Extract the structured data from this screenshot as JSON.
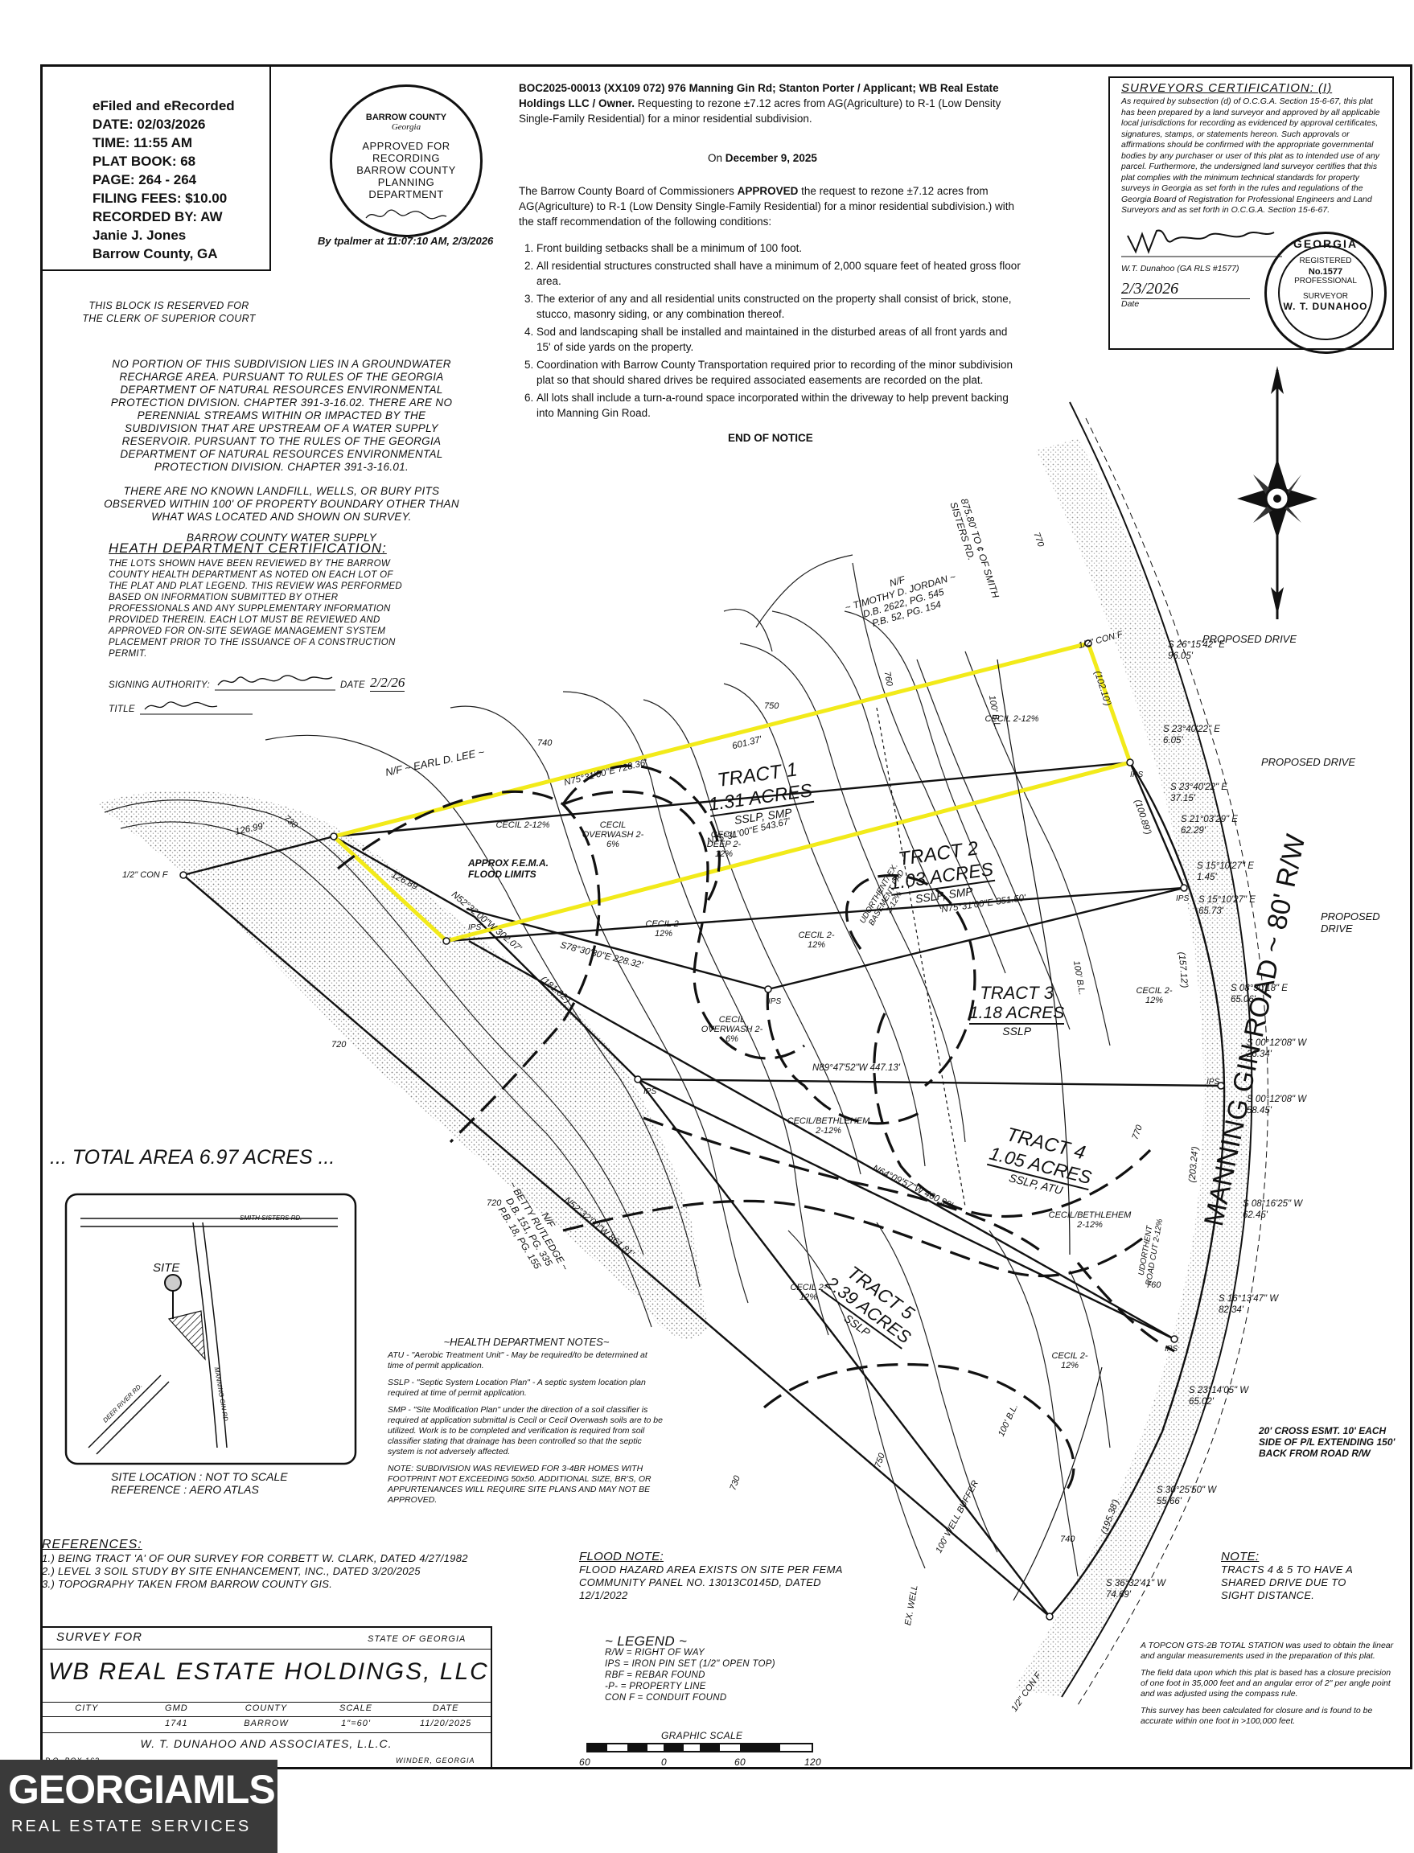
{
  "efile": {
    "lines": [
      "eFiled and eRecorded",
      "DATE:  02/03/2026",
      "TIME:  11:55 AM",
      "PLAT BOOK:  68",
      "PAGE:  264 - 264",
      "FILING FEES:  $10.00",
      "RECORDED BY:  AW",
      "Janie J. Jones",
      "Barrow County, GA"
    ]
  },
  "stamp": {
    "county": "BARROW COUNTY",
    "state": "Georgia",
    "line1": "APPROVED FOR RECORDING",
    "line2": "BARROW COUNTY PLANNING",
    "line3": "DEPARTMENT",
    "by": "By tpalmer at 11:07:10 AM, 2/3/2026"
  },
  "clerk": {
    "line1": "THIS BLOCK IS RESERVED FOR",
    "line2": "THE CLERK OF SUPERIOR COURT"
  },
  "groundwater": {
    "para1": "NO PORTION OF THIS SUBDIVISION LIES IN A GROUNDWATER RECHARGE AREA. PURSUANT TO RULES OF THE GEORGIA DEPARTMENT OF NATURAL RESOURCES ENVIRONMENTAL PROTECTION DIVISION. CHAPTER 391-3-16.02. THERE ARE NO PERENNIAL STREAMS WITHIN OR IMPACTED BY THE SUBDIVISION THAT ARE UPSTREAM OF A WATER SUPPLY RESERVOIR. PURSUANT TO THE RULES OF THE GEORGIA DEPARTMENT OF NATURAL RESOURCES ENVIRONMENTAL PROTECTION DIVISION. CHAPTER 391-3-16.01.",
    "para2": "THERE ARE NO KNOWN LANDFILL, WELLS, OR BURY PITS OBSERVED WITHIN 100' OF PROPERTY BOUNDARY OTHER THAN WHAT WAS LOCATED AND SHOWN ON SURVEY.",
    "para3": "BARROW COUNTY WATER SUPPLY"
  },
  "health_cert": {
    "title": "HEATH DEPARTMENT CERTIFICATION:",
    "body": "THE LOTS SHOWN HAVE BEEN REVIEWED BY THE BARROW COUNTY HEALTH DEPARTMENT AS NOTED ON EACH LOT OF THE PLAT AND PLAT LEGEND. THIS REVIEW WAS PERFORMED BASED ON INFORMATION SUBMITTED BY OTHER PROFESSIONALS AND ANY SUPPLEMENTARY INFORMATION PROVIDED THEREIN. EACH LOT MUST BE REVIEWED AND APPROVED FOR ON-SITE SEWAGE MANAGEMENT SYSTEM PLACEMENT PRIOR TO THE ISSUANCE OF A CONSTRUCTION PERMIT.",
    "signing_label": "SIGNING AUTHORITY:",
    "date_label": "DATE",
    "date_value": "2/2/26",
    "title_label": "TITLE"
  },
  "notice": {
    "header": "BOC2025-00013 (XX109 072) 976 Manning Gin Rd; Stanton Porter / Applicant; WB Real Estate Holdings LLC / Owner.",
    "header_rest": " Requesting to rezone ±7.12 acres from AG(Agriculture) to R-1 (Low Density Single-Family Residential) for a minor residential subdivision.",
    "date_prefix": "On ",
    "date": "December 9, 2025",
    "body_pre": "The Barrow County Board of Commissioners ",
    "body_bold": "APPROVED",
    "body_post": " the request to rezone ±7.12 acres from AG(Agriculture) to R-1 (Low Density Single-Family Residential) for a minor residential subdivision.) with the staff recommendation of the following conditions:",
    "conditions": [
      "Front building setbacks shall be a minimum of 100 foot.",
      "All residential structures constructed shall have a minimum of 2,000 square feet of heated gross floor area.",
      "The exterior of any and all residential units constructed on the property shall consist of brick, stone, stucco, masonry siding, or any combination thereof.",
      "Sod and landscaping shall be installed and maintained in the disturbed areas of all front yards and 15' of side yards on the property.",
      "Coordination with Barrow County Transportation required prior to recording of the minor subdivision plat so that should shared drives be required associated easements are recorded on the plat.",
      "All lots shall include a turn-a-round space incorporated within the driveway to help prevent backing into Manning Gin Road."
    ],
    "end": "END OF NOTICE"
  },
  "surveyor_cert": {
    "title": "SURVEYORS CERTIFICATION: (i)",
    "body": "As required by subsection (d) of O.C.G.A. Section 15-6-67, this plat has been prepared by a land surveyor and approved by all applicable local jurisdictions for recording as evidenced by approval certificates, signatures, stamps, or statements hereon. Such approvals or affirmations should be confirmed with the appropriate governmental bodies by any purchaser or user of this plat as to intended use of any parcel. Furthermore, the undersigned land surveyor certifies that this plat complies with the minimum technical standards for property surveys in Georgia as set forth in the rules and regulations of the Georgia Board of Registration for Professional Engineers and Land Surveyors and as set forth in O.C.G.A. Section 15-6-67.",
    "name": "W.T. Dunahoo (GA RLS #1577)",
    "date_value": "2/3/2026",
    "date_label": "Date",
    "seal_top": "GEORGIA",
    "seal_registered": "REGISTERED",
    "seal_no": "No.1577",
    "seal_prof": "PROFESSIONAL",
    "seal_surveyor": "SURVEYOR",
    "seal_name": "W. T. DUNAHOO"
  },
  "map": {
    "tracts": [
      {
        "name": "TRACT 1",
        "acres": "1.31 ACRES",
        "code": "SSLP, SMP"
      },
      {
        "name": "TRACT 2",
        "acres": "1.03 ACRES",
        "code": "SSLP, SMP"
      },
      {
        "name": "TRACT 3",
        "acres": "1.18 ACRES",
        "code": "SSLP"
      },
      {
        "name": "TRACT 4",
        "acres": "1.05 ACRES",
        "code": "SSLP, ATU"
      },
      {
        "name": "TRACT 5",
        "acres": "2.39 ACRES",
        "code": "SSLP"
      }
    ],
    "total_area": "... TOTAL AREA 6.97 ACRES ...",
    "road": "MANNING GIN ROAD ~ 80' R/W",
    "smith_sisters": "875.80' TO ¢ OF SMITH SISTERS RD.",
    "proposed_drive": "PROPOSED DRIVE",
    "proposed_drive_split": [
      "PROPOSED",
      "DRIVE"
    ],
    "earl_lee": "N/F ~ EARL D. LEE ~",
    "jordan_1": "N/F",
    "jordan_2": "~ TIMOTHY D. JORDAN ~",
    "jordan_3": "D.B. 2622, PG. 545",
    "jordan_4": "P.B. 52, PG. 154",
    "rutledge_1": "N/F",
    "rutledge_2": "~ BETTY RUTLEDGE ~",
    "rutledge_3": "D.B. 151, PG. 335",
    "rutledge_4": "P.B. 18, PG. 155",
    "flood_limits_1": "APPROX F.E.M.A.",
    "flood_limits_2": "FLOOD LIMITS",
    "con_f": "1/2\" CON F",
    "ips": "IPS",
    "bl": "100' B.L.",
    "well_buffer": "100' WELL BUFFER",
    "ex_well": "EX. WELL",
    "cross_esmt": "20' CROSS ESMT. 10' EACH SIDE OF P/L EXTENDING 150' BACK FROM ROAD R/W",
    "bearings_right": [
      "S 26°15'42\" E",
      "96.05'",
      "S 23°40'22\" E",
      "6.05'",
      "S 23°40'22\" E",
      "37.15'",
      "S 21°03'29\" E",
      "62.29'",
      "S 15°10'27\" E",
      "1.45'",
      "S 15°10'27\" E",
      "65.73'",
      "S 08°30'18\" E",
      "65.06'",
      "S 00°12'08\" W",
      "26.34'",
      "S 00°12'08\" W",
      "58.45'",
      "S 08°16'25\" W",
      "62.45'",
      "S 16°13'47\" W",
      "82.34'",
      "S 23°14'05\" W",
      "65.02'",
      "S 30°25'50\" W",
      "55.66'",
      "S 36°32'41\" W",
      "74.69'"
    ],
    "lines": [
      "N75°31'00\"E  728.36'",
      "601.37'",
      "N75°31'00\"E  543.67'",
      "N75°31'00\"E  351.50'",
      "S78°30'30\"E  228.32'",
      "N89°47'52\"W  447.13'",
      "N64°09'57\"W  460.99'",
      "N52°32'00\"W  302.07'",
      "(181.02')",
      "N52°32'00\"W  861.81'",
      "126.99'",
      "126.89'",
      "(102.10')",
      "(100.89')",
      "(157.12')",
      "(203.24')",
      "(195.38')"
    ],
    "soils": [
      "CECIL 2-12%",
      "CECIL OVERWASH 2-6%",
      "CECIL DEEP 2-12%",
      "CECIL 2-12%",
      "CECIL 2-12%",
      "CECIL 2-12%",
      "CECIL 2-12%",
      "CECIL OVERWASH 2-6%",
      "CECIL/BETHLEHEM 2-12%",
      "CECIL/BETHLEHEM 2-12%",
      "CECIL 2-12%",
      "CECIL 2-12%",
      "UDORTHENT/ EX. BASEMENT PAD 2-12%",
      "UDORTHENT ROAD CUT 2-12%"
    ],
    "contours": [
      "760",
      "750",
      "740",
      "730",
      "720",
      "770",
      "760",
      "750",
      "740",
      "730",
      "720",
      "770"
    ]
  },
  "site_map": {
    "site": "SITE",
    "road1": "SMITH SISTERS RD.",
    "road2": "MANNING GIN RD.",
    "road3": "DEER RIVER RD.",
    "caption1": "SITE LOCATION :  NOT TO SCALE",
    "caption2": "REFERENCE :  AERO ATLAS"
  },
  "health_notes": {
    "title": "~HEALTH DEPARTMENT NOTES~",
    "items": [
      "ATU - \"Aerobic Treatment Unit\" - May be required/to be determined at time of permit application.",
      "SSLP - \"Septic System Location Plan\" - A septic system location plan required at time of permit application.",
      "SMP - \"Site Modification Plan\" under the direction of a soil classifier is required at application submittal is Cecil or Cecil Overwash soils are to be utilized. Work is to be completed and verification is required from soil classifier stating that drainage has been controlled so that the septic system is not adversely affected.",
      "NOTE: SUBDIVISION WAS REVIEWED FOR 3-4BR HOMES WITH FOOTPRINT NOT EXCEEDING 50x50. ADDITIONAL SIZE, BR'S, OR APPURTENANCES WILL REQUIRE SITE PLANS AND MAY NOT BE APPROVED."
    ]
  },
  "references": {
    "title": "REFERENCES:",
    "items": [
      "1.) BEING TRACT 'A' OF OUR SURVEY FOR CORBETT W. CLARK, DATED 4/27/1982",
      "2.) LEVEL 3 SOIL STUDY BY SITE ENHANCEMENT, INC., DATED 3/20/2025",
      "3.) TOPOGRAPHY TAKEN FROM BARROW COUNTY GIS."
    ]
  },
  "flood_note": {
    "title": "FLOOD NOTE:",
    "body": "FLOOD HAZARD AREA EXISTS ON SITE PER FEMA COMMUNITY PANEL No. 13013C0145D, DATED 12/1/2022"
  },
  "legend": {
    "title": "~ LEGEND ~",
    "items": [
      "R/W = RIGHT OF WAY",
      "IPS = IRON PIN SET (1/2\" OPEN TOP)",
      "RBF = REBAR FOUND",
      "-P- = PROPERTY LINE",
      "CON F = CONDUIT FOUND"
    ]
  },
  "graphic_scale": {
    "title": "GRAPHIC SCALE",
    "ticks": [
      "60",
      "0",
      "60",
      "120"
    ]
  },
  "note": {
    "title": "NOTE:",
    "body": "TRACTS 4 & 5 TO HAVE A SHARED DRIVE DUE TO SIGHT DISTANCE."
  },
  "instrument": {
    "p1": "A TOPCON GTS-2B TOTAL STATION was used to obtain the linear and angular measurements used in the preparation of this plat.",
    "p2": "The field data upon which this plat is based has a closure precision of one foot in 35,000 feet and an angular error of 2\" per angle point and was adjusted using the compass rule.",
    "p3": "This survey has been calculated for closure and is found to be accurate within one foot in >100,000 feet."
  },
  "title_block": {
    "survey_for": "SURVEY FOR",
    "state": "STATE OF GEORGIA",
    "client": "WB REAL ESTATE HOLDINGS, LLC",
    "headers": [
      "CITY",
      "GMD",
      "COUNTY",
      "SCALE",
      "DATE"
    ],
    "values": [
      "",
      "1741",
      "BARROW",
      "1\"=60'",
      "11/20/2025"
    ],
    "firm": "W. T. DUNAHOO AND ASSOCIATES, L.L.C.",
    "po_box": "P.O. BOX 163",
    "city": "WINDER, GEORGIA"
  },
  "watermark": {
    "brand": "GEORGIAMLS",
    "sub": "REAL ESTATE SERVICES"
  },
  "colors": {
    "highlight": "#f2ea1a",
    "ink": "#111111",
    "logo_bg": "#3a3a3a"
  }
}
